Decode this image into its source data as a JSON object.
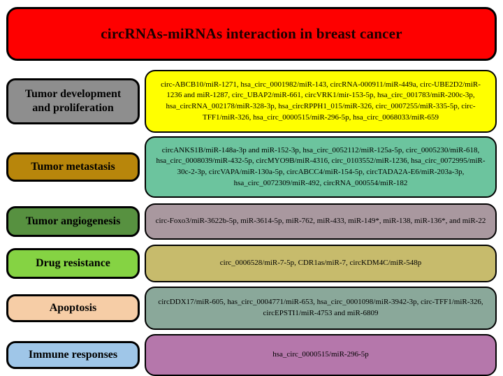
{
  "canvas_bg": "#ffffff",
  "border_color": "#000000",
  "header": {
    "title": "circRNAs-miRNAs interaction in breast cancer",
    "bg_color": "#fe0000",
    "text_color": "#1a0000"
  },
  "rows": [
    {
      "label": "Tumor development and proliferation",
      "label_bg": "#8e8e8e",
      "content_bg": "#ffff00",
      "content": "circ-ABCB10/miR-1271, hsa_circ_0001982/miR-143, circRNA-000911/miR-449a, circ-UBE2D2/miR-1236 and miR-1287, circ_UBAP2/miR-661, circVRK1/mir-153-5p, hsa_circ_001783/miR-200c-3p, hsa_circRNA_002178/miR-328-3p, hsa_circRPPH1_015/miR-326, circ_0007255/miR-335-5p, circ-TFF1/miR-326, hsa_circ_0000515/miR-296-5p, hsa_circ_0068033/miR-659"
    },
    {
      "label": "Tumor metastasis",
      "label_bg": "#b8860b",
      "content_bg": "#6cc49e",
      "content": "circANKS1B/miR-148a-3p and miR-152-3p, hsa_circ_0052112/miR-125a-5p, circ_0005230/miR-618, hsa_circ_0008039/miR-432-5p, circMYO9B/miR-4316, circ_0103552/miR-1236, hsa_circ_0072995/miR-30c-2-3p, circVAPA/miR-130a-5p, circABCC4/miR-154-5p, circTADA2A-E6/miR-203a-3p, hsa_circ_0072309/miR-492, circRNA_000554/miR-182"
    },
    {
      "label": "Tumor angiogenesis",
      "label_bg": "#579140",
      "content_bg": "#a9989f",
      "content": "circ-Foxo3/miR-3622b-5p, miR-3614-5p, miR-762, miR-433, miR-149*, miR-138, miR-136*, and miR-22"
    },
    {
      "label": "Drug resistance",
      "label_bg": "#85d343",
      "content_bg": "#c7bb6c",
      "content": "circ_0006528/miR-7-5p, CDR1as/miR-7, circKDM4C/miR-548p"
    },
    {
      "label": "Apoptosis",
      "label_bg": "#f6cda6",
      "content_bg": "#8aa89a",
      "content": "circDDX17/miR-605, has_circ_0004771/miR-653, hsa_circ_0001098/miR-3942-3p, circ-TFF1/miR-326, circEPSTI1/miR-4753 and miR-6809"
    },
    {
      "label": "Immune responses",
      "label_bg": "#9fc6e8",
      "content_bg": "#b577ab",
      "content": "hsa_circ_0000515/miR-296-5p"
    }
  ]
}
